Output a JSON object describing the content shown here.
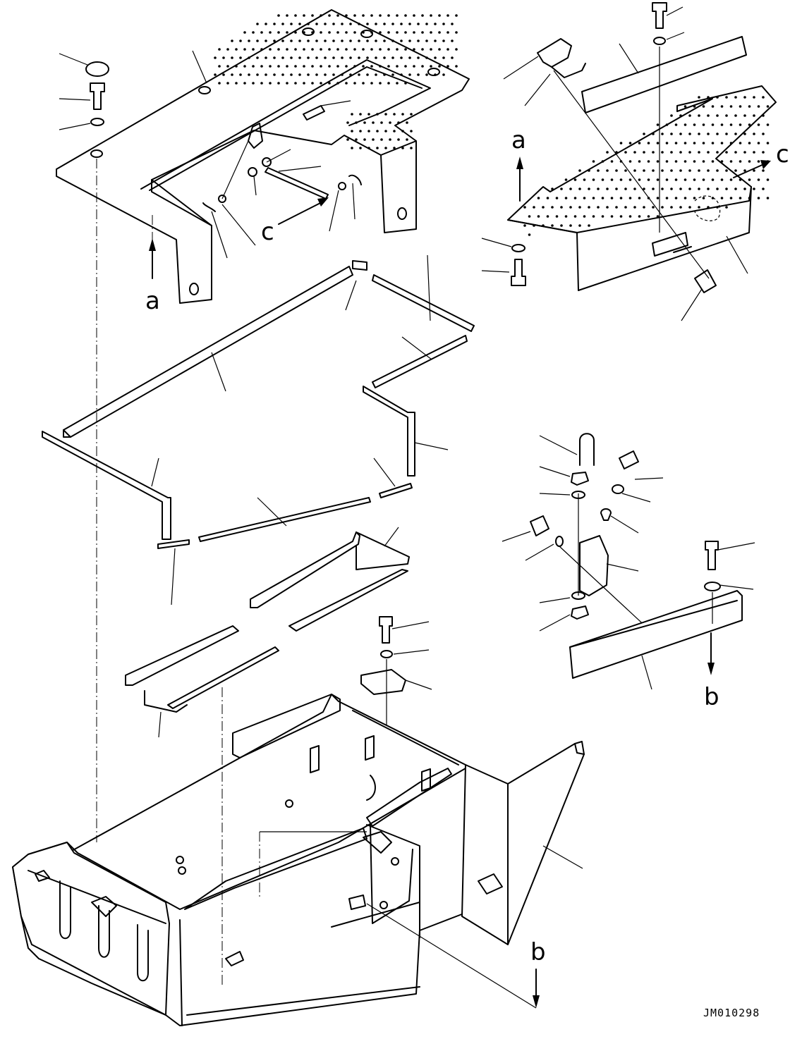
{
  "drawing": {
    "code": "JM010298",
    "view_labels": {
      "a_top": "a",
      "a_right": "a",
      "c_left": "c",
      "c_right": "c",
      "b_right": "b",
      "b_bottom": "b"
    }
  }
}
